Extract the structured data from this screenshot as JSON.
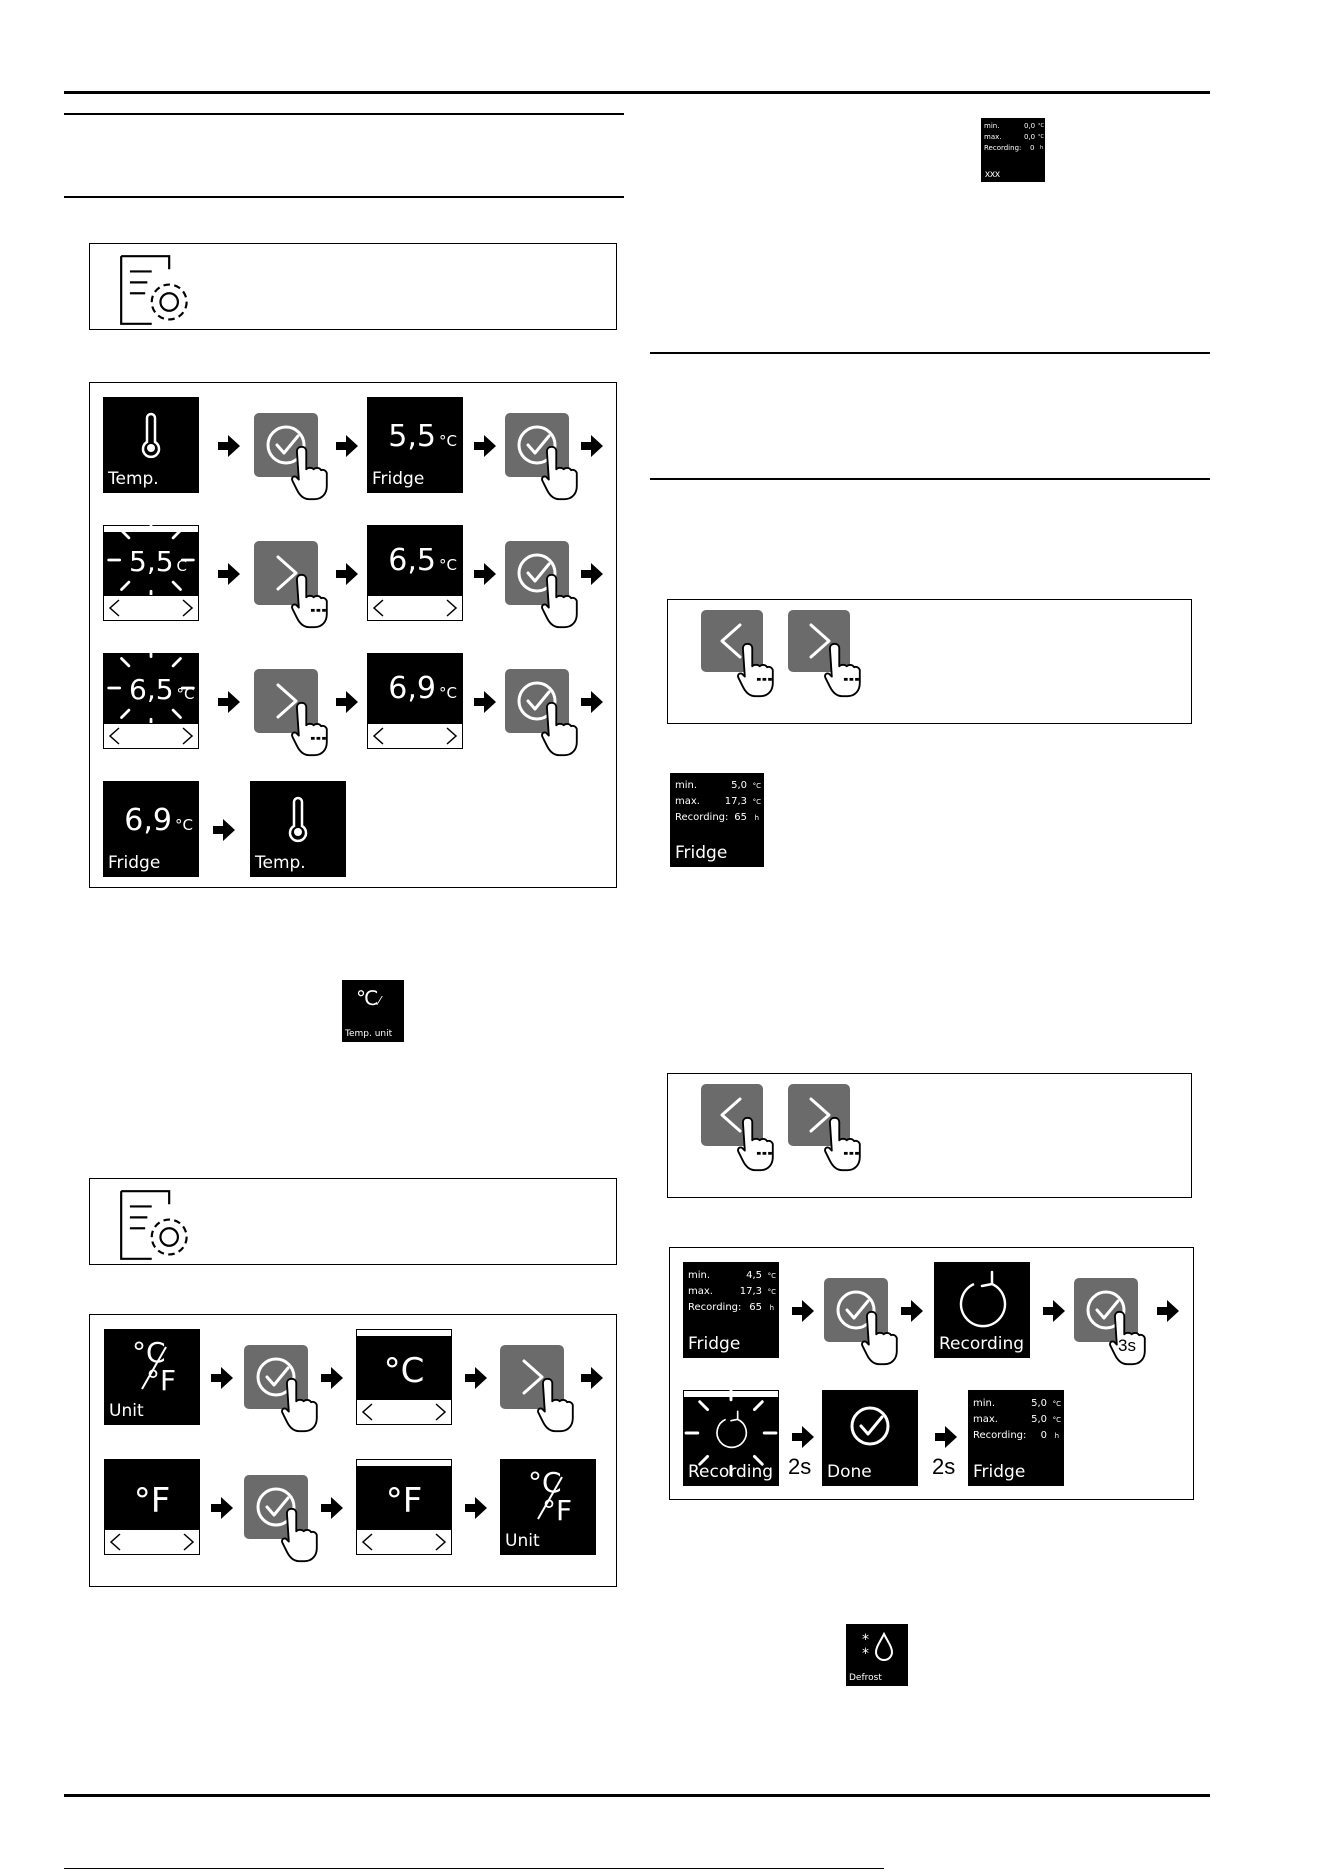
{
  "screens": {
    "temp": "Temp.",
    "fridge": "Fridge",
    "unit": "Unit",
    "temp_unit": "Temp. unit",
    "recording": "Recording",
    "done": "Done",
    "defrost": "Defrost",
    "xxx": "xxx"
  },
  "values": {
    "v55": "5,5",
    "v65": "6,5",
    "v69": "6,9",
    "deg_c": "°C",
    "deg_f": "°F",
    "c_short": "C"
  },
  "timers": {
    "s2": "2s",
    "s3": "3s"
  },
  "stats_empty": {
    "min_label": "min.",
    "min_val": "0,0",
    "max_label": "max.",
    "max_val": "0,0",
    "rec_label": "Recording:",
    "rec_val": "0",
    "unit_c": "°C",
    "unit_h": "h"
  },
  "stats_a": {
    "min_label": "min.",
    "min_val": "5,0",
    "max_label": "max.",
    "max_val": "17,3",
    "rec_label": "Recording:",
    "rec_val": "65",
    "unit_c": "°C",
    "unit_h": "h"
  },
  "stats_b": {
    "min_label": "min.",
    "min_val": "4,5",
    "max_label": "max.",
    "max_val": "17,3",
    "rec_label": "Recording:",
    "rec_val": "65",
    "unit_c": "°C",
    "unit_h": "h"
  },
  "stats_c": {
    "min_label": "min.",
    "min_val": "5,0",
    "max_label": "max.",
    "max_val": "5,0",
    "rec_label": "Recording:",
    "rec_val": "0",
    "unit_c": "°C",
    "unit_h": "h"
  }
}
